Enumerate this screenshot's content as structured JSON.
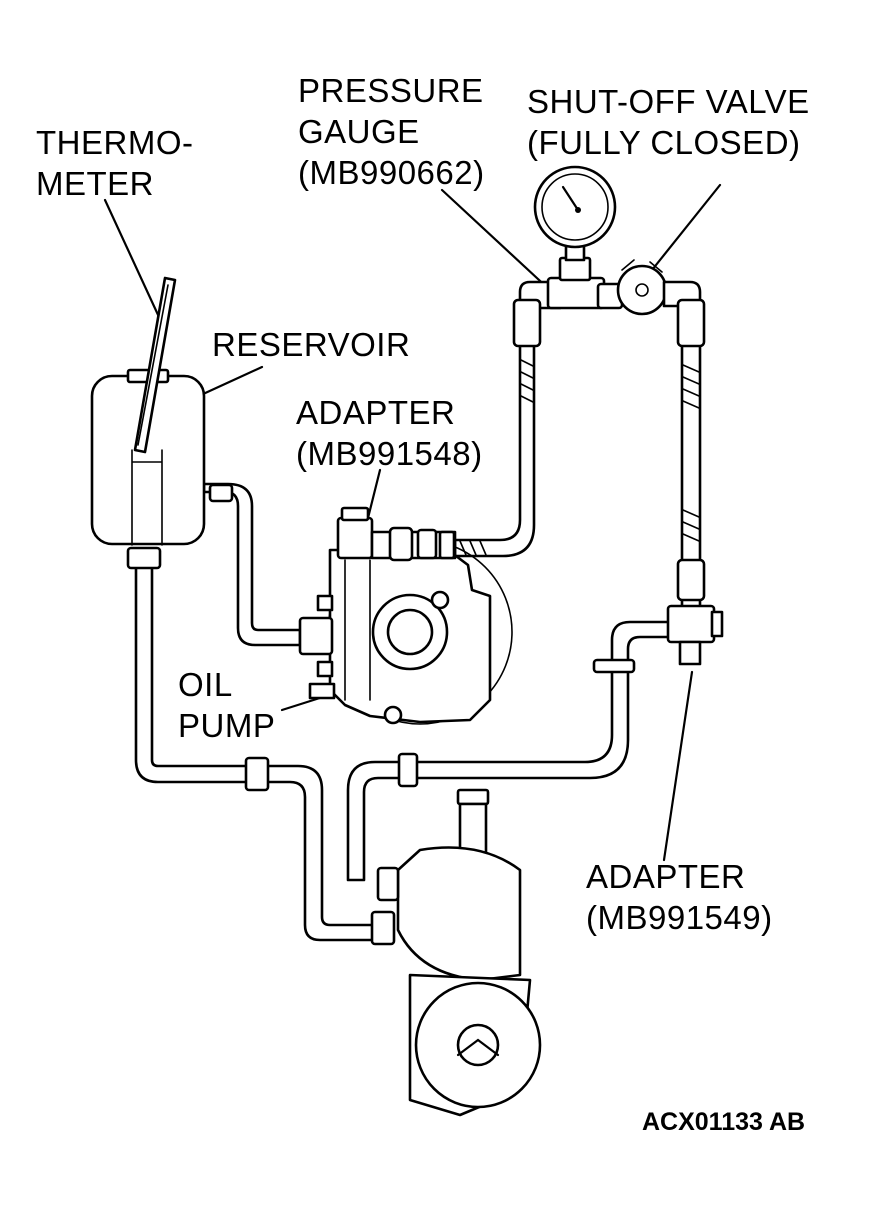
{
  "labels": {
    "thermometer": [
      "THERMO-",
      "METER"
    ],
    "pressure_gauge": [
      "PRESSURE",
      "GAUGE",
      "(MB990662)"
    ],
    "shutoff_valve": [
      "SHUT-OFF VALVE",
      "(FULLY CLOSED)"
    ],
    "reservoir": [
      "RESERVOIR"
    ],
    "adapter_top": [
      "ADAPTER",
      "(MB991548)"
    ],
    "oil_pump": [
      "OIL",
      "PUMP"
    ],
    "adapter_bottom": [
      "ADAPTER",
      "(MB991549)"
    ]
  },
  "figure_code": "ACX01133 AB"
}
